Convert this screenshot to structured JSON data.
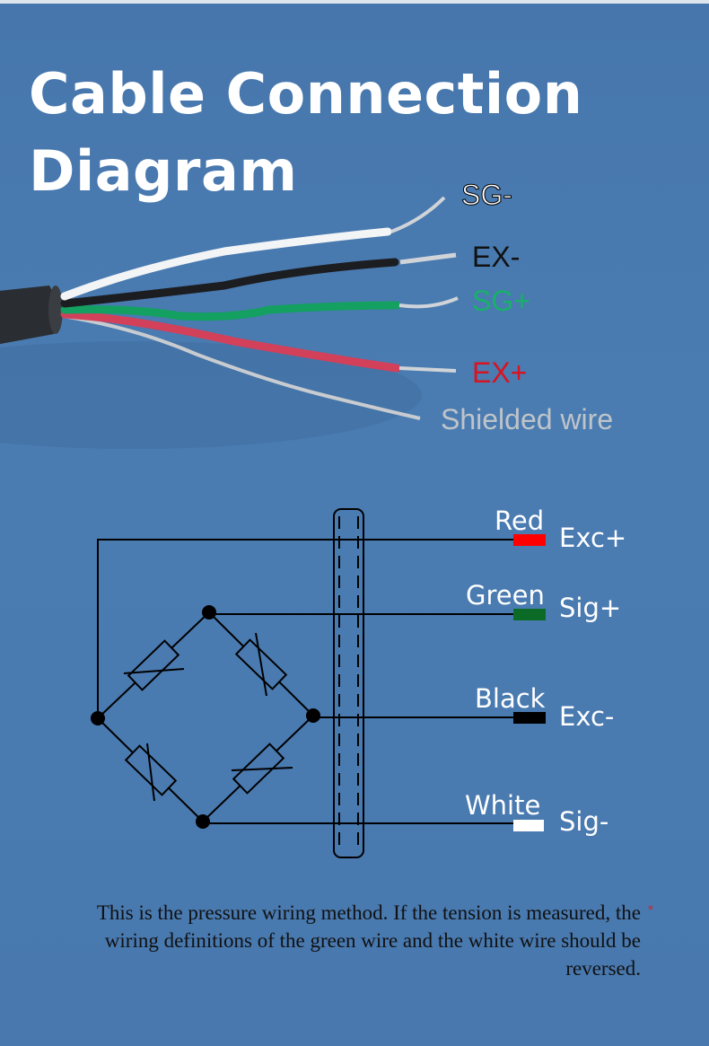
{
  "title": {
    "line1": "Cable Connection",
    "line2": "Diagram"
  },
  "wire_labels": [
    {
      "text": "SG-",
      "color": "#ffffff"
    },
    {
      "text": "EX-",
      "color": "#111111"
    },
    {
      "text": "SG+",
      "color": "#19b06b"
    },
    {
      "text": "EX+",
      "color": "#d9131f"
    },
    {
      "text": "Shielded wire",
      "color": "#bfc4c9"
    }
  ],
  "connections": [
    {
      "color_name": "Red",
      "signal": "Exc+",
      "swatch": "#ff0000"
    },
    {
      "color_name": "Green",
      "signal": "Sig+",
      "swatch": "#0b6b26"
    },
    {
      "color_name": "Black",
      "signal": "Exc-",
      "swatch": "#000000"
    },
    {
      "color_name": "White",
      "signal": "Sig-",
      "swatch": "#ffffff"
    }
  ],
  "note": "This is the pressure wiring method. If the tension is measured, the wiring definitions of the green wire and the white wire should be reversed.",
  "note_mark": "*"
}
